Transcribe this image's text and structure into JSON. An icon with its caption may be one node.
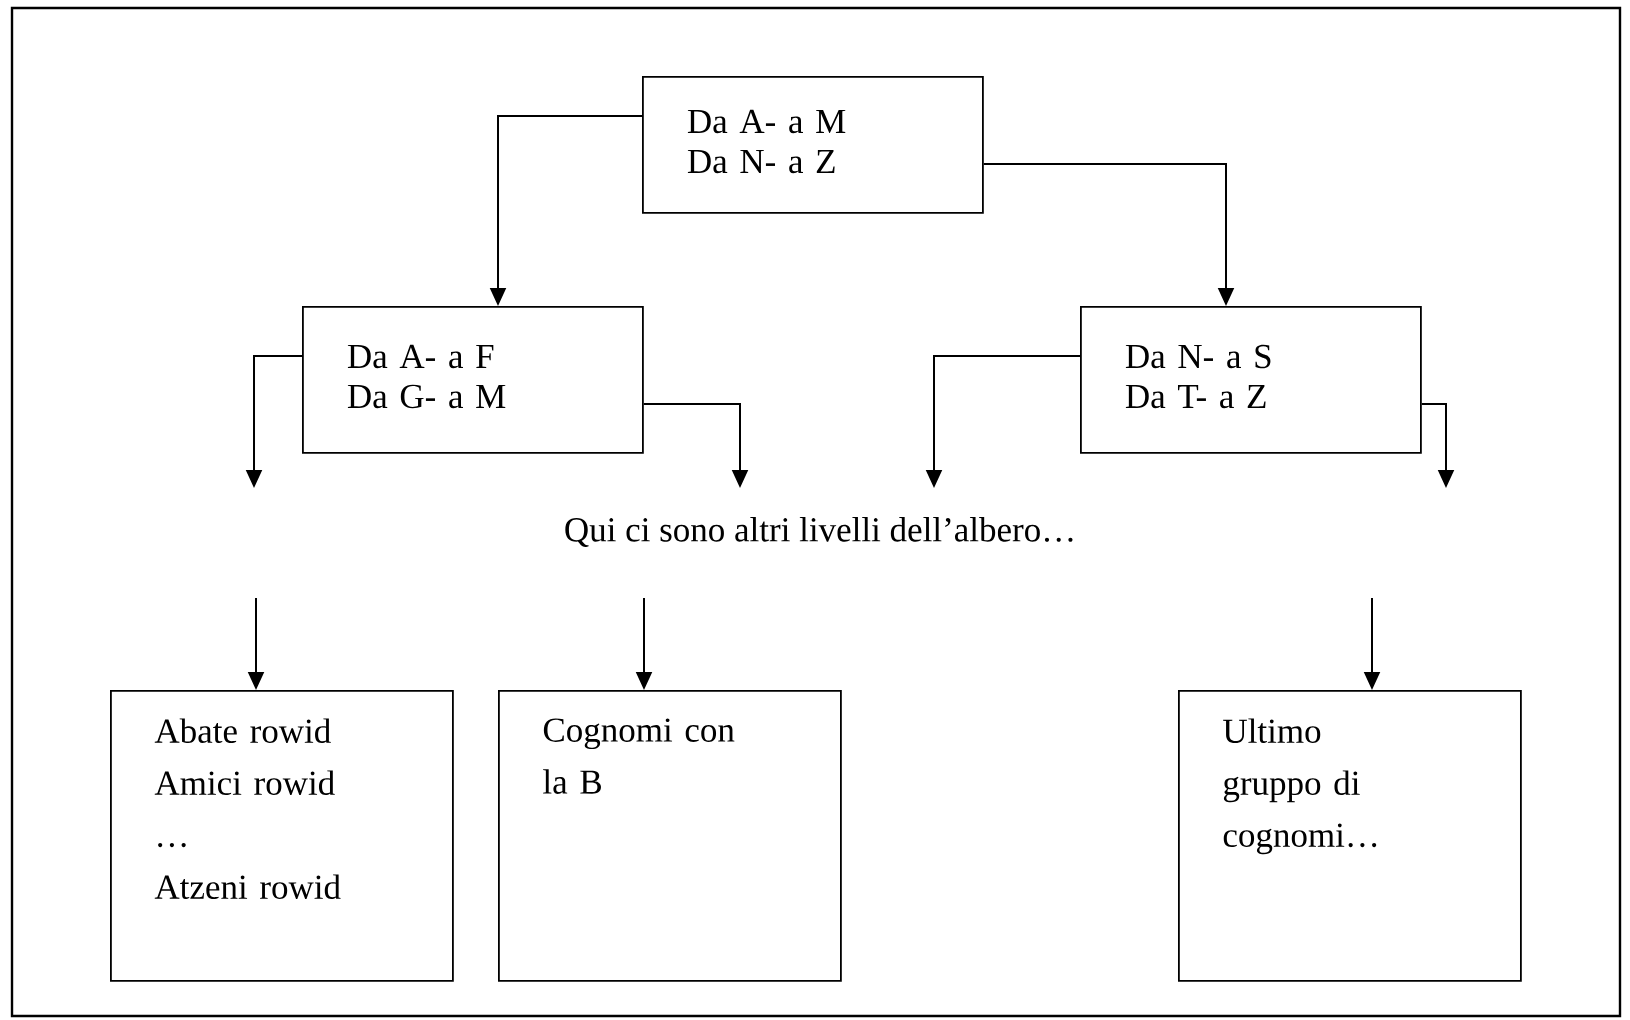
{
  "diagram": {
    "nodes": [
      {
        "text": [
          "Da A- a M",
          "Da N- a Z"
        ]
      },
      {
        "text": [
          "Da A- a F",
          "Da G- a M"
        ]
      },
      {
        "text": [
          "Da N- a S",
          "Da T- a Z"
        ]
      },
      {
        "text": [
          "Abate rowid",
          "Amici rowid",
          "…",
          "Atzeni rowid"
        ]
      },
      {
        "text": [
          "Cognomi con la B"
        ]
      },
      {
        "text": [
          "Ultimo gruppo di cognomi…"
        ]
      }
    ],
    "edges": [
      {
        "from": 0,
        "to": 1,
        "arrow": "to"
      },
      {
        "from": 0,
        "to": 2,
        "arrow": "to"
      },
      {
        "from": 1,
        "to": null,
        "arrow": "to"
      },
      {
        "from": 1,
        "to": null,
        "arrow": "to"
      },
      {
        "from": 2,
        "to": null,
        "arrow": "to"
      },
      {
        "from": 2,
        "to": null,
        "arrow": "to"
      },
      {
        "from": null,
        "to": 3,
        "arrow": "to"
      },
      {
        "from": null,
        "to": 4,
        "arrow": "to"
      },
      {
        "from": null,
        "to": 5,
        "arrow": "to"
      }
    ],
    "labels": [
      "Qui ci sono altri livelli dell’albero…"
    ]
  }
}
